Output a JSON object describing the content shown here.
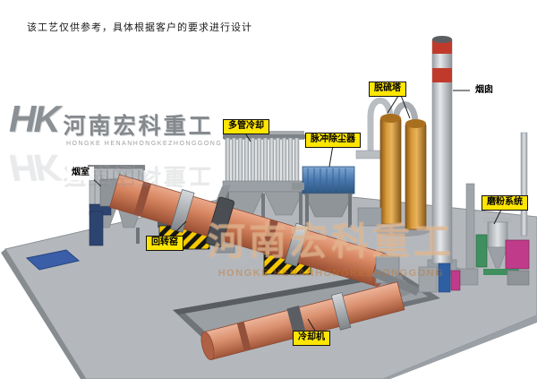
{
  "disclaimer": "该工艺仅供参考，具体根据客户的要求进行设计",
  "logo": {
    "monogram": "HK",
    "name": "河南宏科重工",
    "latin": "HONGKE HENANHONGKEZHONGGONG"
  },
  "watermark": {
    "name": "河南宏科重工",
    "latin": "HONGKE HENANHONGKEZHONGGONG"
  },
  "labels": {
    "smoke_chamber": "烟室",
    "rotary_kiln": "回转窑",
    "multi_tube_cooler": "多管冷却",
    "pulse_dust_collector": "脉冲除尘器",
    "desulfurization_tower": "脱硫塔",
    "chimney": "烟囱",
    "grinding_system": "磨粉系统",
    "cooling_machine": "冷却机"
  },
  "colors": {
    "ground_gray": "#b4b8bc",
    "kiln_body": "#d5845f",
    "label_bg": "#ffe600",
    "dust_collector_blue": "#4877ae",
    "tower_orange": "#d89a3a",
    "chimney_band": "#c03a2c",
    "magenta_unit": "#c03b8a",
    "green_unit": "#3f8f5f",
    "hazard_yellow": "#f6c800",
    "blue_slab": "#3a5ea8"
  }
}
